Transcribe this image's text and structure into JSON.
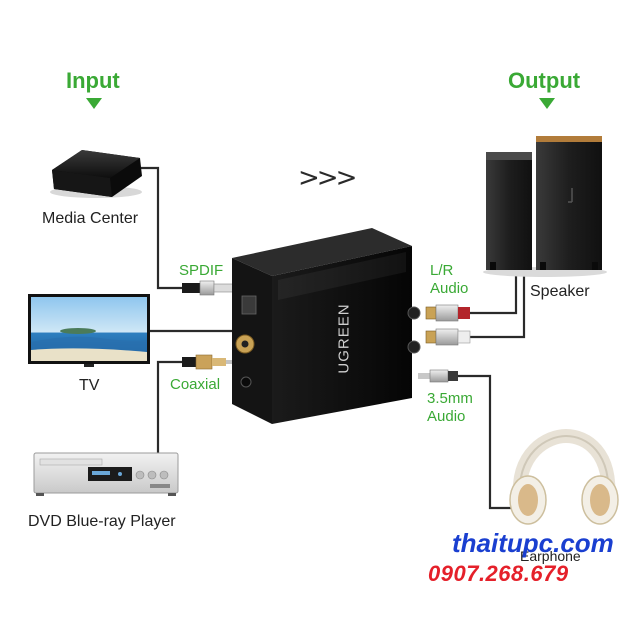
{
  "headers": {
    "input": "Input",
    "output": "Output"
  },
  "devices": {
    "media_center": "Media Center",
    "tv": "TV",
    "dvd": "DVD Blue-ray Player",
    "speaker": "Speaker",
    "earphone": "Earphone"
  },
  "ports": {
    "spdif": "SPDIF",
    "coaxial": "Coaxial",
    "lr_audio_line1": "L/R",
    "lr_audio_line2": "Audio",
    "mm_audio_line1": "3.5mm",
    "mm_audio_line2": "Audio"
  },
  "converter": {
    "brand": "UGREEN"
  },
  "flow_arrows": ">>>",
  "watermark": {
    "site": "thaitupc.com",
    "phone": "0907.268.679"
  },
  "colors": {
    "accent_green": "#3aa935",
    "watermark_blue": "#1a3fd0",
    "watermark_red": "#e5202a",
    "cable": "#2a2a2a"
  }
}
